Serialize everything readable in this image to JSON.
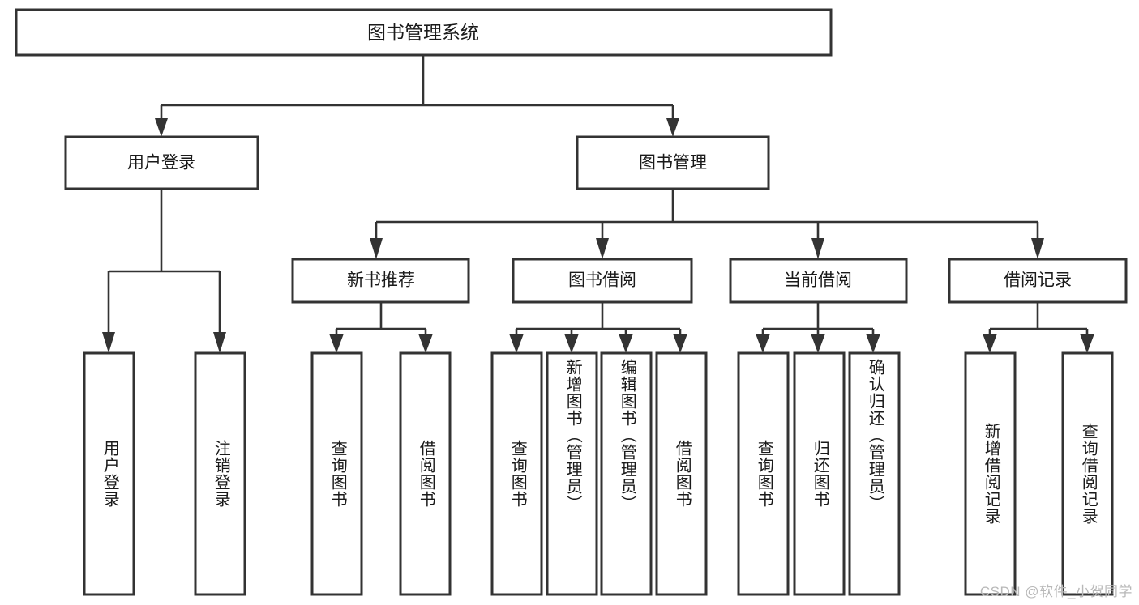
{
  "diagram": {
    "title": "图书管理系统",
    "type": "tree",
    "watermark": "CSDN @软件_小贺同学",
    "colors": {
      "stroke": "#333333",
      "fill": "#ffffff",
      "text": "#1a1a1a",
      "watermark": "#b8b8b8"
    },
    "root": {
      "label": "图书管理系统"
    },
    "level2": [
      {
        "label": "用户登录"
      },
      {
        "label": "图书管理"
      }
    ],
    "level3": [
      {
        "label": "新书推荐"
      },
      {
        "label": "图书借阅"
      },
      {
        "label": "当前借阅"
      },
      {
        "label": "借阅记录"
      }
    ],
    "leaves": {
      "user_login": [
        {
          "label": "用户登录"
        },
        {
          "label": "注销登录"
        }
      ],
      "new_book": [
        {
          "label": "查询图书"
        },
        {
          "label": "借阅图书"
        }
      ],
      "borrow_book": [
        {
          "label": "查询图书"
        },
        {
          "label": "新增图书（管理员）"
        },
        {
          "label": "编辑图书（管理员）"
        },
        {
          "label": "借阅图书"
        }
      ],
      "current_borrow": [
        {
          "label": "查询图书"
        },
        {
          "label": "归还图书"
        },
        {
          "label": "确认归还（管理员）"
        }
      ],
      "borrow_record": [
        {
          "label": "新增借阅记录"
        },
        {
          "label": "查询借阅记录"
        }
      ]
    }
  }
}
